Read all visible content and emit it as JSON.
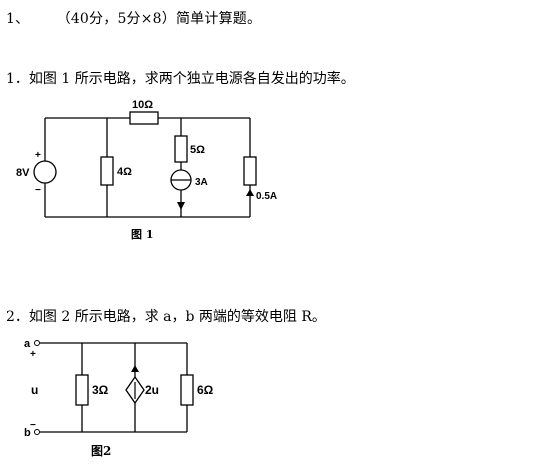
{
  "header": {
    "number": "1、",
    "title": "（40分，5分×8）简单计算题。"
  },
  "question1": {
    "text": "1．如图 1 所示电路，求两个独立电源各自发出的功率。",
    "figure": {
      "caption": "图 1",
      "labels": {
        "r_series": "10Ω",
        "r_shunt": "4Ω",
        "r_branch": "5Ω",
        "source_voltage": "8V",
        "plus": "+",
        "minus": "−",
        "current_source": "3A",
        "current_right": "0.5A"
      }
    }
  },
  "question2": {
    "text": "2．如图 2 所示电路，求 a，b 两端的等效电阻 R。",
    "figure": {
      "caption": "图2",
      "labels": {
        "terminal_a": "a",
        "terminal_b": "b",
        "plus": "+",
        "minus": "−",
        "voltage_u": "u",
        "r_left": "3Ω",
        "dep_source": "2u",
        "r_right": "6Ω"
      }
    }
  }
}
